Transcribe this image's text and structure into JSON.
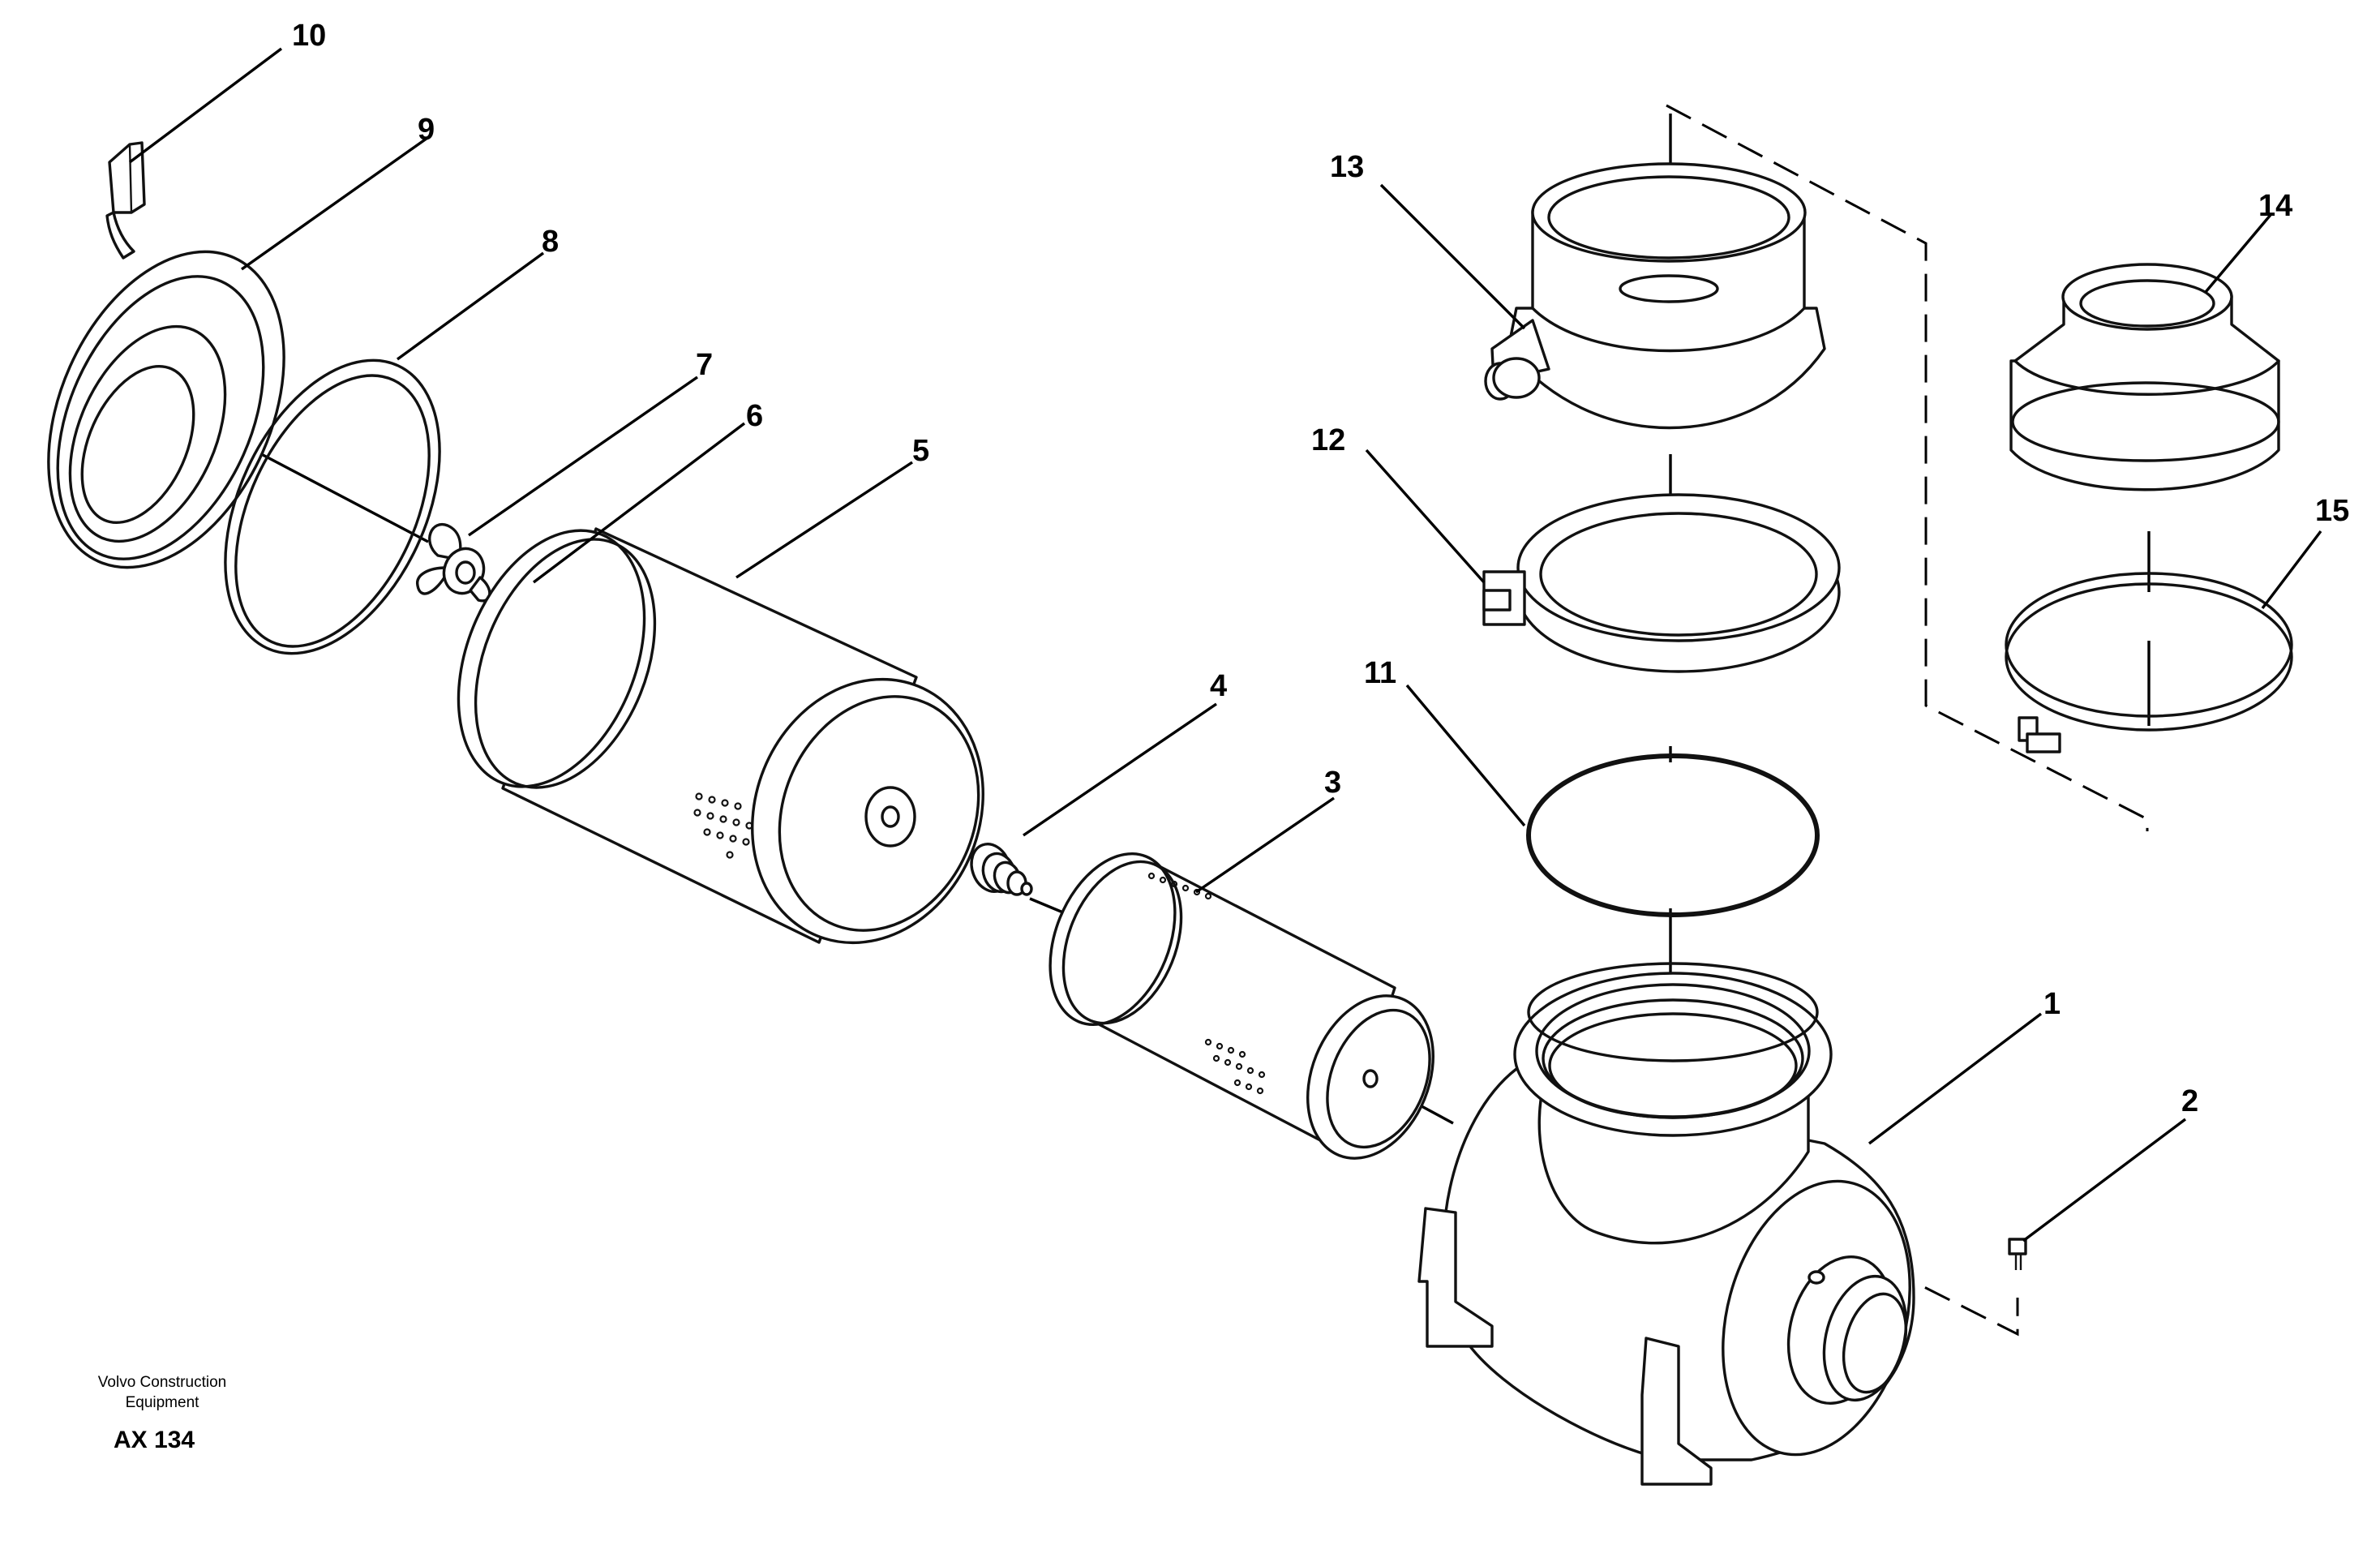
{
  "callouts": {
    "p1": "1",
    "p2": "2",
    "p3": "3",
    "p4": "4",
    "p5": "5",
    "p6": "6",
    "p7": "7",
    "p8": "8",
    "p9": "9",
    "p10": "10",
    "p11": "11",
    "p12": "12",
    "p13": "13",
    "p14": "14",
    "p15": "15"
  },
  "footer": {
    "manufacturer_line1": "Volvo Construction",
    "manufacturer_line2": "Equipment",
    "drawing_code": "AX 134"
  }
}
